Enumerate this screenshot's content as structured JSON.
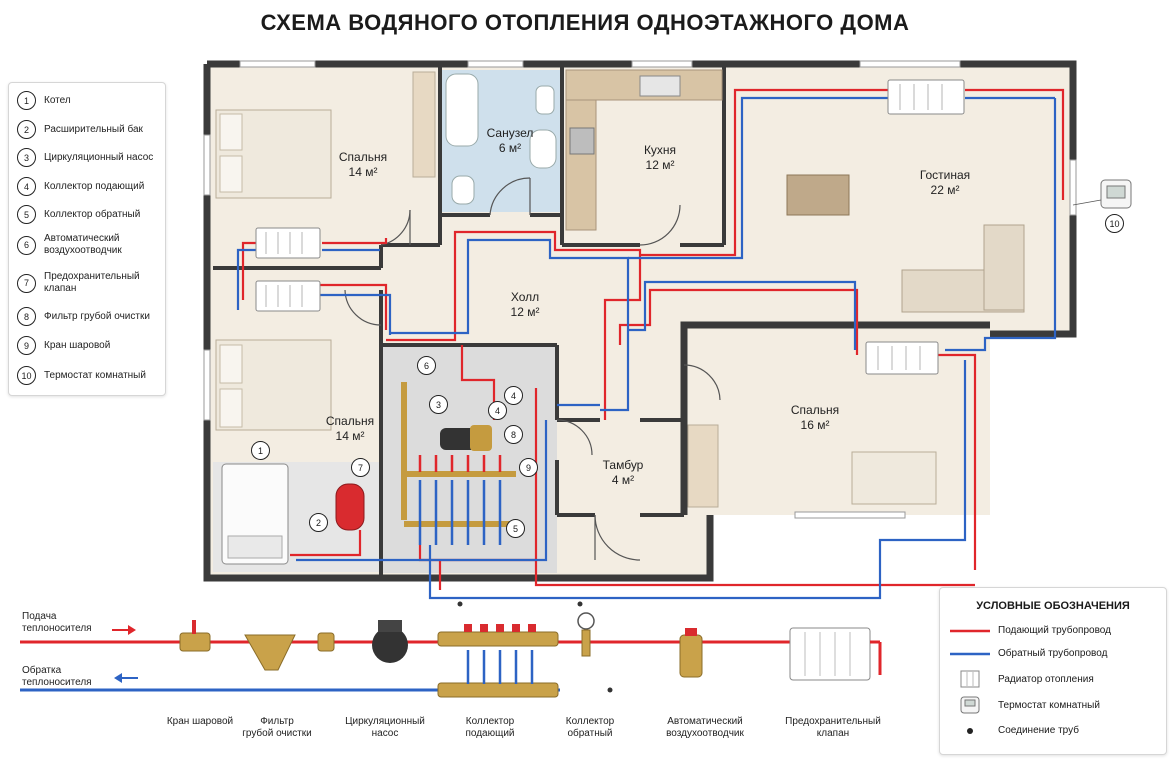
{
  "title": "СХЕМА ВОДЯНОГО ОТОПЛЕНИЯ ОДНОЭТАЖНОГО ДОМА",
  "legend_items": [
    {
      "num": "1",
      "label": "Котел"
    },
    {
      "num": "2",
      "label": "Расширительный бак"
    },
    {
      "num": "3",
      "label": "Циркуляционный насос"
    },
    {
      "num": "4",
      "label": "Коллектор подающий"
    },
    {
      "num": "5",
      "label": "Коллектор обратный"
    },
    {
      "num": "6",
      "label": "Автоматический воздухоотводчик"
    },
    {
      "num": "7",
      "label": "Предохранительный клапан"
    },
    {
      "num": "8",
      "label": "Фильтр грубой очистки"
    },
    {
      "num": "9",
      "label": "Кран шаровой"
    },
    {
      "num": "10",
      "label": "Термостат комнатный"
    }
  ],
  "rooms": {
    "bedroom1": {
      "name": "Спальня",
      "area": "14 м²"
    },
    "bathroom": {
      "name": "Санузел",
      "area": "6 м²"
    },
    "kitchen": {
      "name": "Кухня",
      "area": "12 м²"
    },
    "living": {
      "name": "Гостиная",
      "area": "22 м²"
    },
    "hall": {
      "name": "Холл",
      "area": "12 м²"
    },
    "bedroom2": {
      "name": "Спальня",
      "area": "14 м²"
    },
    "bedroom3": {
      "name": "Спальня",
      "area": "16 м²"
    },
    "vestibule": {
      "name": "Тамбур",
      "area": "4 м²"
    }
  },
  "plan_markers": {
    "m1": "1",
    "m2": "2",
    "m3": "3",
    "m4a": "4",
    "m4b": "4",
    "m5": "5",
    "m6": "6",
    "m7": "7",
    "m8": "8",
    "m9": "9",
    "m10": "10"
  },
  "bottom": {
    "supply_line1": "Подача",
    "supply_line2": "теплоносителя",
    "return_line1": "Обратка",
    "return_line2": "теплоносителя",
    "components": [
      {
        "l1": "Кран шаровой",
        "l2": ""
      },
      {
        "l1": "Фильтр",
        "l2": "грубой очистки"
      },
      {
        "l1": "Циркуляционный",
        "l2": "насос"
      },
      {
        "l1": "Коллектор",
        "l2": "подающий"
      },
      {
        "l1": "Коллектор",
        "l2": "обратный"
      },
      {
        "l1": "Автоматический",
        "l2": "воздухоотводчик"
      },
      {
        "l1": "Предохранительный",
        "l2": "клапан"
      }
    ]
  },
  "legend_right": {
    "title": "УСЛОВНЫЕ ОБОЗНАЧЕНИЯ",
    "supply": "Подающий трубопровод",
    "return": "Обратный трубопровод",
    "radiator": "Радиатор отопления",
    "thermostat": "Термостат комнатный",
    "joint": "Соединение труб"
  },
  "colors": {
    "supply": "#e0262b",
    "return": "#2d63c4",
    "wall": "#3a3a3a",
    "floor": "#f3ede2",
    "bath": "#cfe0ec",
    "boiler": "#e4e4e4"
  }
}
